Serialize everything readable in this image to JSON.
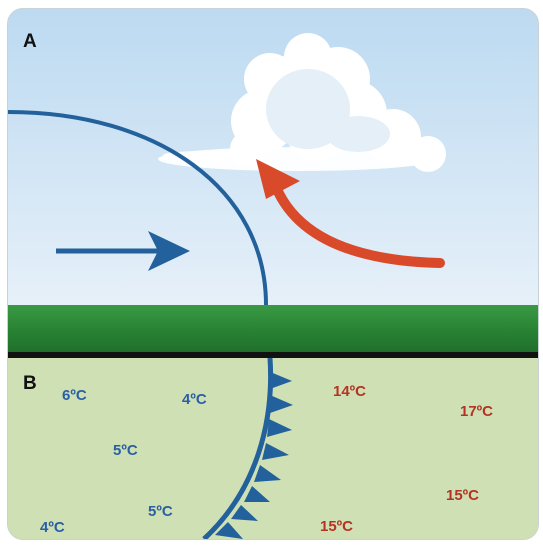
{
  "panels": {
    "a_label": "A",
    "b_label": "B"
  },
  "temperatures": {
    "cold": [
      "6ºC",
      "4ºC",
      "5ºC",
      "5ºC",
      "4ºC"
    ],
    "warm": [
      "14ºC",
      "17ºC",
      "15ºC",
      "15ºC"
    ]
  },
  "colors": {
    "sky_top": "#bcdaf1",
    "sky_bottom": "#e2eef9",
    "ground": "#2f8f3a",
    "map_bg": "#cfe0b4",
    "cold_front": "#22619c",
    "cold_text": "#2a5fa3",
    "warm_text": "#b53322",
    "warm_arrow": "#d94a2b",
    "divider": "#111111"
  },
  "icons": {
    "cloud": "cumulus-cloud-icon",
    "cold_arrow": "arrow-right-icon",
    "warm_arrow": "curved-arrow-up-icon"
  }
}
